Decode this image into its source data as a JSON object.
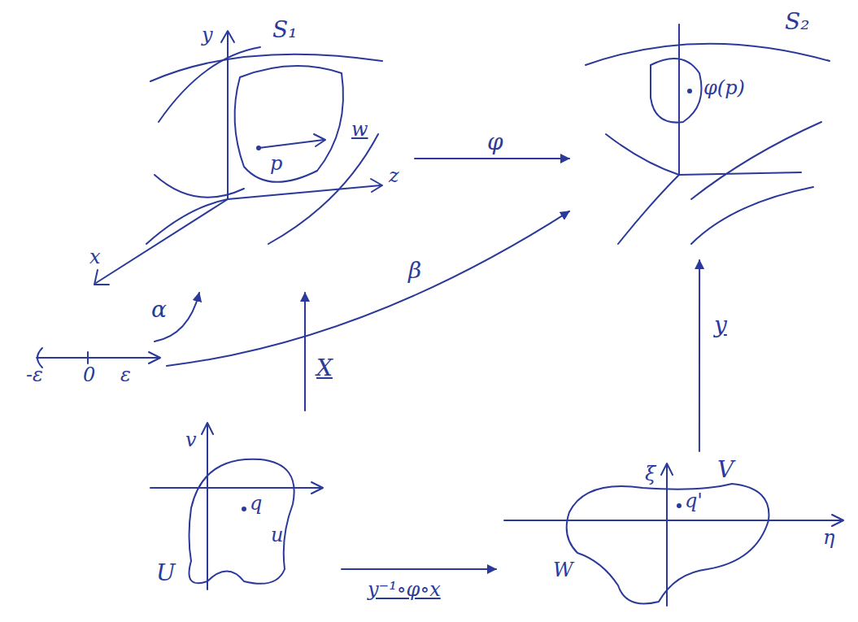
{
  "diagram": {
    "nodes": [
      {
        "text": [
          "S₁"
        ]
      },
      {
        "text": [
          "S₂"
        ]
      },
      {
        "text": [
          "-ε",
          "0",
          "ε"
        ]
      },
      {
        "text": [
          "q",
          "U"
        ]
      },
      {
        "text": [
          "q'",
          "V"
        ]
      }
    ],
    "edges": [
      {
        "from": 0,
        "to": 1,
        "label": "φ",
        "arrow": "to"
      },
      {
        "from": 2,
        "to": 0,
        "label": "α",
        "arrow": "to"
      },
      {
        "from": 2,
        "to": 1,
        "label": "β",
        "arrow": "to"
      },
      {
        "from": 3,
        "to": 0,
        "label": "X",
        "arrow": "to"
      },
      {
        "from": 4,
        "to": 1,
        "label": "y",
        "arrow": "to"
      },
      {
        "from": 3,
        "to": 4,
        "label": "y⁻¹∘φ∘x",
        "arrow": "to"
      }
    ],
    "labels": [
      "y",
      "z",
      "x",
      "p",
      "w",
      "φ(p)",
      "u",
      "v",
      "ξ",
      "η",
      "W"
    ]
  }
}
